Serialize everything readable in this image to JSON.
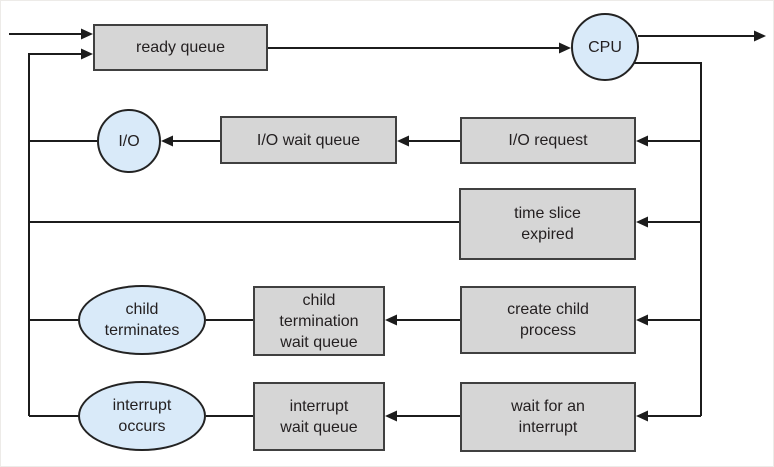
{
  "diagram": {
    "colors": {
      "queue_fill": "#d6d6d6",
      "queue_border": "#404040",
      "device_fill": "#d9eaf9",
      "device_border": "#232323",
      "connector": "#1c1c1c",
      "text": "#231f20",
      "background": "#ffffff"
    },
    "nodes": {
      "ready_queue": "ready queue",
      "cpu": "CPU",
      "io": "I/O",
      "io_wait_queue": "I/O wait queue",
      "io_request": "I/O request",
      "time_slice_expired": "time slice\nexpired",
      "child_terminates": "child\nterminates",
      "child_termination_wait_queue": "child\ntermination\nwait queue",
      "create_child_process": "create child\nprocess",
      "interrupt_occurs": "interrupt\noccurs",
      "interrupt_wait_queue": "interrupt\nwait queue",
      "wait_for_an_interrupt": "wait for an\ninterrupt"
    },
    "edges": [
      {
        "from": "entry",
        "to": "ready_queue",
        "arrow": true
      },
      {
        "from": "ready_queue",
        "to": "cpu",
        "arrow": true
      },
      {
        "from": "cpu",
        "to": "exit",
        "arrow": true
      },
      {
        "from": "cpu",
        "to": "io_request",
        "arrow": true
      },
      {
        "from": "io_request",
        "to": "io_wait_queue",
        "arrow": true
      },
      {
        "from": "io_wait_queue",
        "to": "io",
        "arrow": true
      },
      {
        "from": "io",
        "to": "ready_queue",
        "arrow": true
      },
      {
        "from": "cpu",
        "to": "time_slice_expired",
        "arrow": true
      },
      {
        "from": "time_slice_expired",
        "to": "ready_queue",
        "arrow": true
      },
      {
        "from": "cpu",
        "to": "create_child_process",
        "arrow": true
      },
      {
        "from": "create_child_process",
        "to": "child_termination_wait_queue",
        "arrow": true
      },
      {
        "from": "child_termination_wait_queue",
        "to": "child_terminates",
        "arrow": false
      },
      {
        "from": "child_terminates",
        "to": "ready_queue",
        "arrow": true
      },
      {
        "from": "cpu",
        "to": "wait_for_an_interrupt",
        "arrow": true
      },
      {
        "from": "wait_for_an_interrupt",
        "to": "interrupt_wait_queue",
        "arrow": true
      },
      {
        "from": "interrupt_wait_queue",
        "to": "interrupt_occurs",
        "arrow": false
      },
      {
        "from": "interrupt_occurs",
        "to": "ready_queue",
        "arrow": true
      }
    ]
  }
}
